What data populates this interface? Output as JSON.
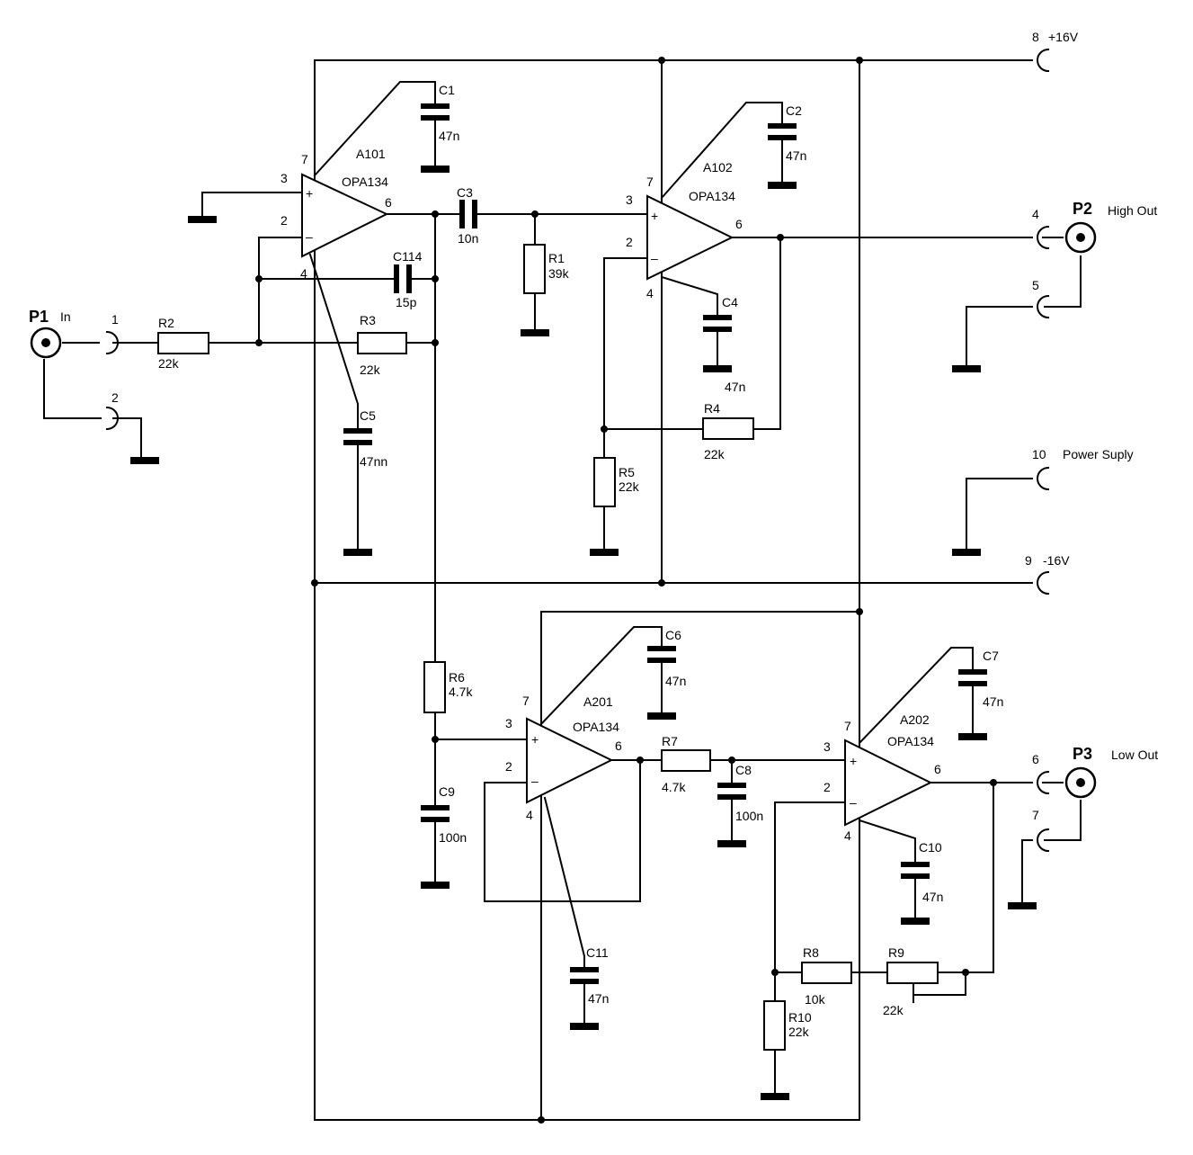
{
  "connectors": {
    "p1": {
      "name": "P1",
      "label": "In",
      "pin_a": "1",
      "pin_b": "2"
    },
    "p2": {
      "name": "P2",
      "label": "High Out",
      "pin_a": "4",
      "pin_b": "5"
    },
    "p3": {
      "name": "P3",
      "label": "Low Out",
      "pin_a": "6",
      "pin_b": "7"
    }
  },
  "power": {
    "pos_pin": "8",
    "pos_label": "+16V",
    "neg_pin": "9",
    "neg_label": "-16V",
    "supply_pin": "10",
    "supply_label": "Power Suply"
  },
  "opamps": {
    "a101": {
      "name": "A101",
      "type": "OPA134",
      "pin_v": "7",
      "pin_in_p": "3",
      "pin_in_n": "2",
      "pin_out": "6",
      "pin_vm": "4",
      "plus": "+",
      "minus": "–"
    },
    "a102": {
      "name": "A102",
      "type": "OPA134",
      "pin_v": "7",
      "pin_in_p": "3",
      "pin_in_n": "2",
      "pin_out": "6",
      "pin_vm": "4",
      "plus": "+",
      "minus": "–"
    },
    "a201": {
      "name": "A201",
      "type": "OPA134",
      "pin_v": "7",
      "pin_in_p": "3",
      "pin_in_n": "2",
      "pin_out": "6",
      "pin_vm": "4",
      "plus": "+",
      "minus": "–"
    },
    "a202": {
      "name": "A202",
      "type": "OPA134",
      "pin_v": "7",
      "pin_in_p": "3",
      "pin_in_n": "2",
      "pin_out": "6",
      "pin_vm": "4",
      "plus": "+",
      "minus": "–"
    }
  },
  "capacitors": {
    "c1": {
      "name": "C1",
      "value": "47n"
    },
    "c2": {
      "name": "C2",
      "value": "47n"
    },
    "c3": {
      "name": "C3",
      "value": "10n"
    },
    "c4": {
      "name": "C4",
      "value": "47n"
    },
    "c5": {
      "name": "C5",
      "value": "47nn"
    },
    "c6": {
      "name": "C6",
      "value": "47n"
    },
    "c7": {
      "name": "C7",
      "value": "47n"
    },
    "c8": {
      "name": "C8",
      "value": "100n"
    },
    "c9": {
      "name": "C9",
      "value": "100n"
    },
    "c10": {
      "name": "C10",
      "value": "47n"
    },
    "c11": {
      "name": "C11",
      "value": "47n"
    },
    "c114": {
      "name": "C114",
      "value": "15p"
    }
  },
  "resistors": {
    "r1": {
      "name": "R1",
      "value": "39k"
    },
    "r2": {
      "name": "R2",
      "value": "22k"
    },
    "r3": {
      "name": "R3",
      "value": "22k"
    },
    "r4": {
      "name": "R4",
      "value": "22k"
    },
    "r5": {
      "name": "R5",
      "value": "22k"
    },
    "r6": {
      "name": "R6",
      "value": "4.7k"
    },
    "r7": {
      "name": "R7",
      "value": "4.7k"
    },
    "r8": {
      "name": "R8",
      "value": "10k"
    },
    "r9": {
      "name": "R9",
      "value": "22k"
    },
    "r10": {
      "name": "R10",
      "value": "22k"
    }
  }
}
